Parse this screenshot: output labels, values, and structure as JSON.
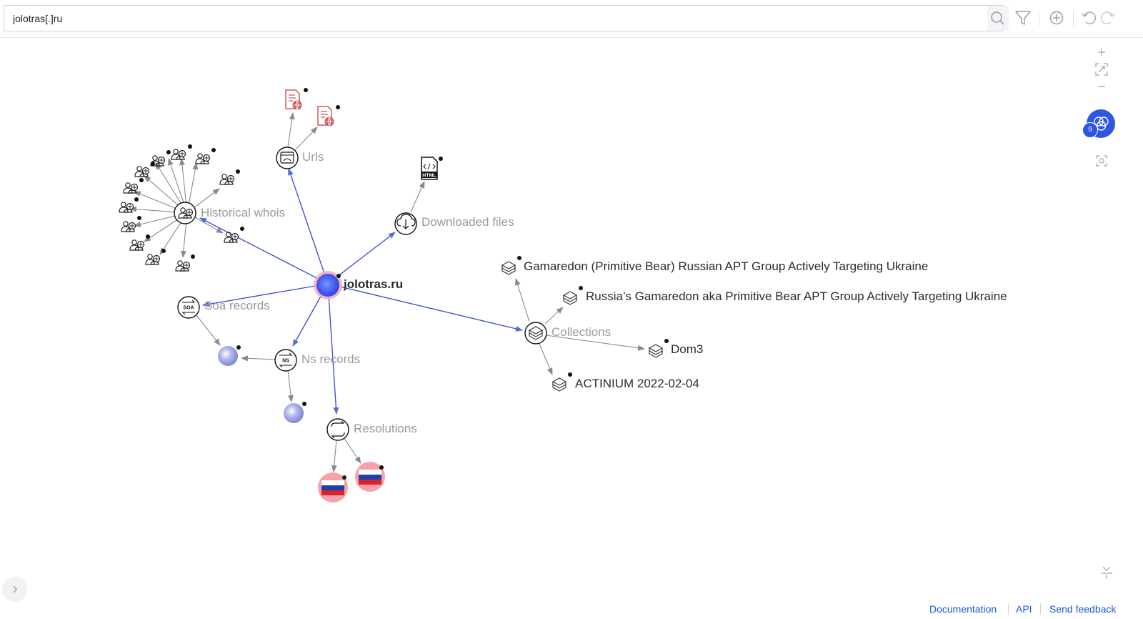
{
  "search": {
    "value": "jolotras[.]ru"
  },
  "toolbar": {
    "search_icon": "search-icon",
    "filter_icon": "filter-icon",
    "add_icon": "add-circle-icon",
    "undo_icon": "undo-icon",
    "redo_icon": "redo-icon"
  },
  "graph": {
    "center": {
      "label": "jolotras.ru"
    },
    "groups": {
      "urls": "Urls",
      "historical_whois": "Historical whois",
      "downloaded_files": "Downloaded files",
      "soa_records": "Soa records",
      "ns_records": "Ns records",
      "resolutions": "Resolutions",
      "collections": "Collections"
    },
    "collections": [
      "Gamaredon (Primitive Bear) Russian APT Group Actively Targeting Ukraine",
      "Russia’s Gamaredon aka Primitive Bear APT Group Actively Targeting Ukraine",
      "Dom3",
      "ACTINIUM 2022-02-04"
    ],
    "file_badge": "HTML",
    "soa_icon_text": "SOA",
    "ns_icon_text": "NS"
  },
  "right_tools": {
    "zoom_in": "zoom-in-icon",
    "fit": "fit-screen-icon",
    "zoom_out": "zoom-out-icon",
    "selection_count": "9",
    "select": "selection-icon"
  },
  "footer": {
    "documentation": "Documentation",
    "api": "API",
    "feedback": "Send feedback"
  },
  "colors": {
    "accent": "#2f55e4",
    "edge_primary": "#3547d8",
    "edge_secondary": "#8a8a8a",
    "url_icon": "#c95c5c",
    "flag_halo": "#f5a3a8"
  }
}
